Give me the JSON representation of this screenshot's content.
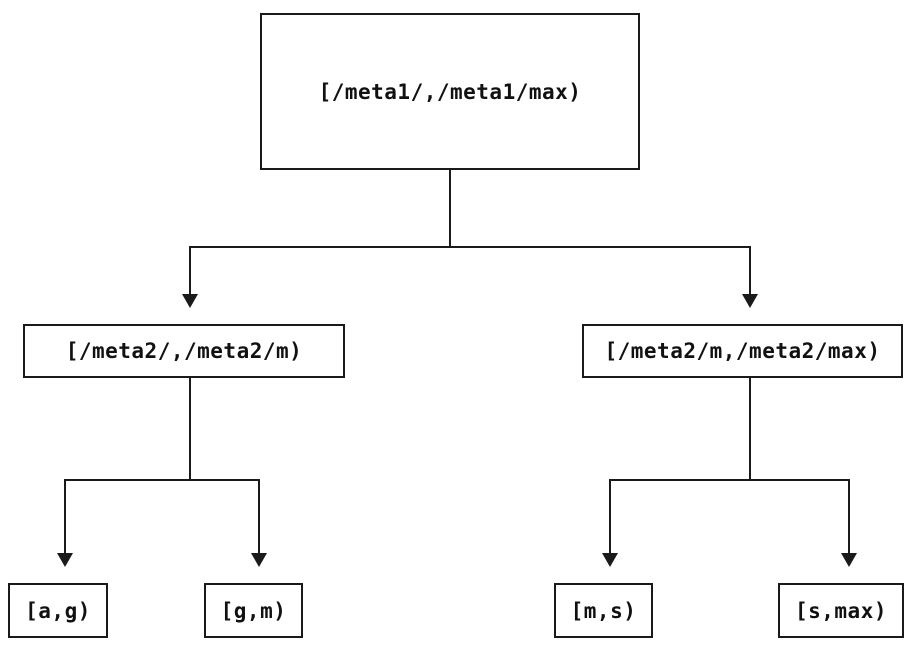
{
  "diagram": {
    "type": "interval-partition-tree",
    "nodes": {
      "root": {
        "label": "[/meta1/,/meta1/max)"
      },
      "meta2_low": {
        "label": "[/meta2/,/meta2/m)"
      },
      "meta2_high": {
        "label": "[/meta2/m,/meta2/max)"
      },
      "leaf_ag": {
        "label": "[a,g)"
      },
      "leaf_gm": {
        "label": "[g,m)"
      },
      "leaf_ms": {
        "label": "[m,s)"
      },
      "leaf_smax": {
        "label": "[s,max)"
      }
    },
    "edges": [
      {
        "from": "root",
        "to": "meta2_low"
      },
      {
        "from": "root",
        "to": "meta2_high"
      },
      {
        "from": "meta2_low",
        "to": "leaf_ag"
      },
      {
        "from": "meta2_low",
        "to": "leaf_gm"
      },
      {
        "from": "meta2_high",
        "to": "leaf_ms"
      },
      {
        "from": "meta2_high",
        "to": "leaf_smax"
      }
    ],
    "colors": {
      "line": "#1a1a1a",
      "box_border": "#1a1a1a",
      "text": "#111111",
      "background": "#ffffff"
    }
  }
}
